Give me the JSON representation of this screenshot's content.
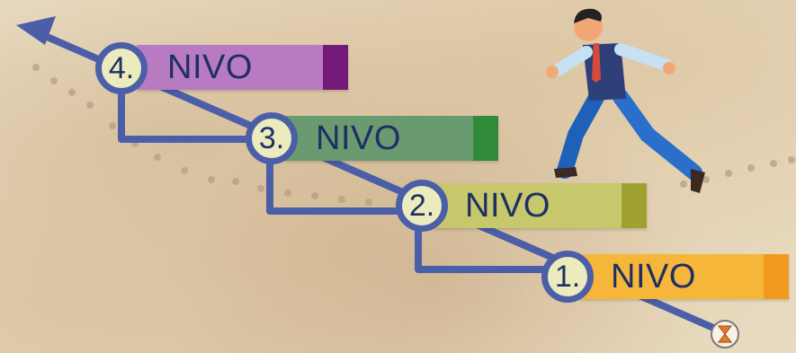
{
  "steps": [
    {
      "number": "1.",
      "label": "NIVO",
      "color": "#f6b63a",
      "cap_color": "#f29a1e"
    },
    {
      "number": "2.",
      "label": "NIVO",
      "color": "#c7c76b",
      "cap_color": "#9fa230"
    },
    {
      "number": "3.",
      "label": "NIVO",
      "color": "#6a9a6f",
      "cap_color": "#2f8a3a"
    },
    {
      "number": "4.",
      "label": "NIVO",
      "color": "#b87bc2",
      "cap_color": "#741a7a"
    }
  ],
  "colors": {
    "path": "#4b5ea8",
    "node_fill": "#ecebbd",
    "text": "#1f2f66",
    "background": "#e6d7bd"
  },
  "icons": [
    "hourglass-icon",
    "running-businessman-figure",
    "arrow-head-icon"
  ]
}
